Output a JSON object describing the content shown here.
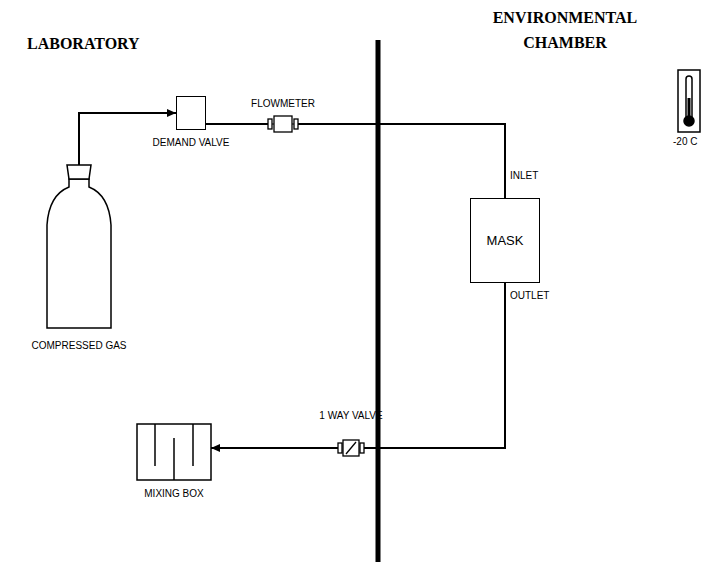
{
  "diagram": {
    "nodes": [
      {
        "text": [
          "COMPRESSED GAS"
        ]
      },
      {
        "text": [
          "DEMAND VALVE"
        ]
      },
      {
        "text": [
          "FLOWMETER"
        ]
      },
      {
        "text": [
          "MASK"
        ]
      },
      {
        "text": [
          "1 WAY VALVE"
        ]
      },
      {
        "text": [
          "MIXING BOX"
        ]
      }
    ],
    "edges": [
      {
        "from": 0,
        "to": 1,
        "arrow": "to"
      },
      {
        "from": 1,
        "to": 2,
        "arrow": "none"
      },
      {
        "from": 2,
        "to": 3,
        "arrow": "none"
      },
      {
        "from": 3,
        "to": 4,
        "arrow": "none"
      },
      {
        "from": 4,
        "to": 5,
        "arrow": "to"
      }
    ],
    "labels": [
      "LABORATORY",
      "ENVIRONMENTAL CHAMBER",
      "INLET",
      "OUTLET",
      "-20 C"
    ]
  }
}
